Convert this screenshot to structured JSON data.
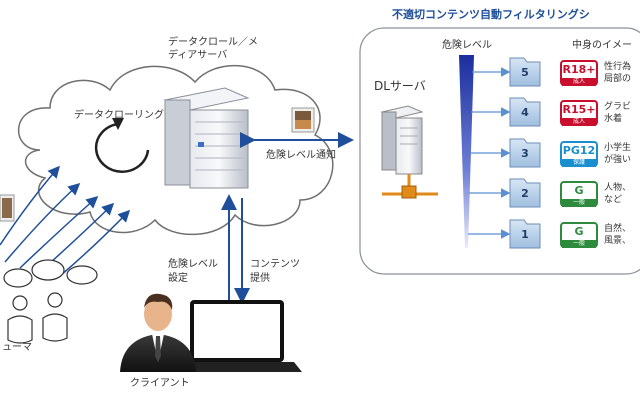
{
  "labels": {
    "title": "不適切コンテンツ自動フィルタリングシ",
    "crawl_server": "データクロール／メディアサーバ",
    "crawling": "データクローリング",
    "danger_notice": "危険レベル通知",
    "dl_server": "DLサーバ",
    "danger_level_header": "危険レベル",
    "content_image_header": "中身のイメー",
    "danger_setting": "危険レベル設定",
    "content_provide": "コンテンツ提供",
    "user": "ューマ",
    "client": "クライアント"
  },
  "levels": [
    {
      "num": "5",
      "rating": "R18+",
      "sub": "成人",
      "color": "#c8102e",
      "desc": "性行為局部の"
    },
    {
      "num": "4",
      "rating": "R15+",
      "sub": "成人",
      "color": "#c8102e",
      "desc": "グラビ水着"
    },
    {
      "num": "3",
      "rating": "PG12",
      "sub": "保護",
      "color": "#1a8fd0",
      "desc": "小学生が強い"
    },
    {
      "num": "2",
      "rating": "G",
      "sub": "一般",
      "color": "#2e8b3e",
      "desc": "人物、など"
    },
    {
      "num": "1",
      "rating": "G",
      "sub": "一般",
      "color": "#2e8b3e",
      "desc": "自然、風景、"
    }
  ]
}
